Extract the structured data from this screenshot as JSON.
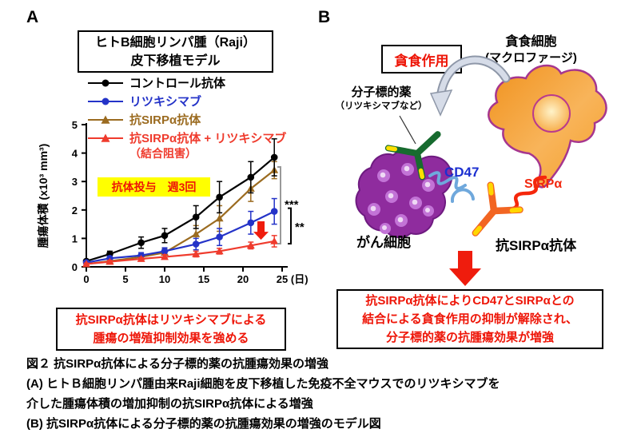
{
  "panelA": {
    "label": "A",
    "title_lines": [
      "ヒトB細胞リンパ腫（Raji）",
      "皮下移植モデル"
    ],
    "legend": [
      {
        "label": "コントロール抗体",
        "color": "#000000",
        "marker": "circle"
      },
      {
        "label": "リツキシマブ",
        "color": "#2433C8",
        "marker": "circle"
      },
      {
        "label": "抗SIRPα抗体",
        "color": "#9B6B20",
        "marker": "triangle"
      },
      {
        "label": "抗SIRPα抗体 + リツキシマブ",
        "sublabel": "（結合阻害）",
        "color": "#EF3B2D",
        "marker": "triangle"
      }
    ],
    "dose_note": "抗体投与　週3回",
    "conclusion_lines": [
      "抗SIRPα抗体はリツキシマブによる",
      "腫瘍の増殖抑制効果を強める"
    ]
  },
  "chart_data": {
    "type": "line",
    "x": [
      0,
      3,
      7,
      10,
      14,
      17,
      21,
      24
    ],
    "xticks": [
      0,
      5,
      10,
      15,
      20,
      25
    ],
    "yticks": [
      0,
      1,
      2,
      3,
      4,
      5
    ],
    "xlim": [
      0,
      25.5
    ],
    "ylim": [
      0,
      5
    ],
    "xlabel_unit": "(日)",
    "ylabel": "腫瘍体積 (x10³ mm³)",
    "grid": false,
    "legend_position": "above-left",
    "series": [
      {
        "name": "コントロール抗体",
        "color": "#000000",
        "marker": "circle",
        "values": [
          0.2,
          0.45,
          0.85,
          1.1,
          1.75,
          2.45,
          3.15,
          3.85
        ],
        "errors": [
          0.05,
          0.1,
          0.2,
          0.25,
          0.4,
          0.55,
          0.55,
          0.65
        ]
      },
      {
        "name": "リツキシマブ",
        "color": "#2433C8",
        "marker": "circle",
        "values": [
          0.15,
          0.3,
          0.4,
          0.55,
          0.8,
          1.05,
          1.55,
          1.95
        ],
        "errors": [
          0.05,
          0.07,
          0.1,
          0.12,
          0.2,
          0.3,
          0.4,
          0.45
        ]
      },
      {
        "name": "抗SIRPα抗体",
        "color": "#9B6B20",
        "marker": "triangle",
        "values": [
          0.1,
          0.2,
          0.35,
          0.5,
          1.15,
          1.7,
          2.75,
          3.4
        ],
        "errors": [
          0.05,
          0.1,
          0.1,
          0.15,
          0.3,
          0.45,
          0.45,
          0.3
        ]
      },
      {
        "name": "抗SIRPα抗体 + リツキシマブ（結合阻害）",
        "color": "#EF3B2D",
        "marker": "triangle",
        "values": [
          0.1,
          0.18,
          0.28,
          0.35,
          0.45,
          0.55,
          0.75,
          0.9
        ],
        "errors": [
          0.03,
          0.05,
          0.05,
          0.08,
          0.1,
          0.1,
          0.12,
          0.2
        ]
      }
    ],
    "annotations": {
      "outer_sig": "***",
      "inner_sig": "**",
      "arrow": {
        "day": 22.3,
        "from": 1.6,
        "to": 0.95,
        "color": "#EF1C0D"
      }
    }
  },
  "panelB": {
    "label": "B",
    "phago_box": "貪食作用",
    "macrophage_lines": [
      "貪食細胞",
      "(マクロファージ)"
    ],
    "drug_label": "分子標的薬",
    "drug_sublabel": "（リツキシマブなど）",
    "cd47": "CD47",
    "sirpa": "SIRPα",
    "cancer_label": "がん細胞",
    "antibody_label": "抗SIRPα抗体",
    "outcome_lines": [
      "抗SIRPα抗体によりCD47とSIRPαとの",
      "結合による貪食作用の抑制が解除され、",
      "分子標的薬の抗腫瘍効果が増強"
    ]
  },
  "caption": {
    "lines": [
      "図２ 抗SIRPα抗体による分子標的薬の抗腫瘍効果の増強",
      "(A) ヒトＢ細胞リンパ腫由来Raji細胞を皮下移植した免疫不全マウスでのリツキシマブを",
      "介した腫瘍体積の増加抑制の抗SIRPα抗体による増強",
      "(B) 抗SIRPα抗体による分子標的薬の抗腫瘍効果の増強のモデル図"
    ]
  },
  "colors": {
    "accent_red_text": "#EE1507",
    "highlight_yellow": "#FFFF00",
    "macrophage_orange": "#F5A02B",
    "cancer_purple": "#8F2C9E",
    "drug_antibody_green": "#176B2F",
    "anti_sirpa_antibody_orange": "#F26522",
    "cd47_blue": "#6FA8DC",
    "sirpa_red": "#F5270B",
    "big_arrow_red": "#EF1C0D"
  }
}
